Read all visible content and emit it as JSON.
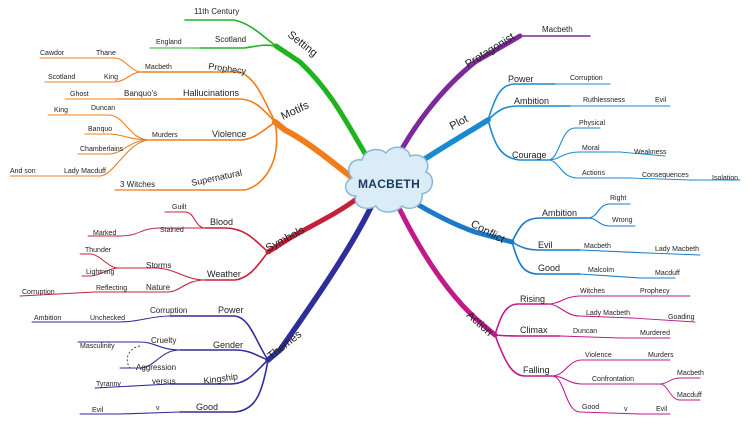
{
  "center": "MACBETH",
  "colors": {
    "setting": "#1fb31f",
    "motifs": "#f07d1a",
    "symbols": "#c71f3a",
    "themes": "#2e2e9a",
    "protagonist": "#7a2a9a",
    "plot": "#1a8ad0",
    "conflict": "#1a7ac8",
    "action": "#c01a8a",
    "cloud_fill": "#d9ecf7",
    "cloud_stroke": "#8ab8d8"
  },
  "setting": {
    "label": "Setting",
    "century": "11th Century",
    "scotland": "Scotland",
    "england": "England"
  },
  "motifs": {
    "label": "Motifs",
    "prophecy": "Prophecy",
    "macbeth": "Macbeth",
    "thane": "Thane",
    "cawdor": "Cawdor",
    "king": "King",
    "scotland": "Scotland",
    "hallucinations": "Hallucinations",
    "banquos": "Banquo's",
    "ghost": "Ghost",
    "violence": "Violence",
    "murders": "Murders",
    "m_king": "King",
    "duncan": "Duncan",
    "banquo": "Banquo",
    "chamberlains": "Chamberlains",
    "lady_macduff": "Lady Macduff",
    "and_son": "And son",
    "supernatural": "Supernatural",
    "witches": "3 Witches"
  },
  "symbols": {
    "label": "Symbols",
    "blood": "Blood",
    "guilt": "Guilt",
    "stained": "Stained",
    "marked": "Marked",
    "weather": "Weather",
    "storms": "Storms",
    "thunder": "Thunder",
    "lightning": "Lightning",
    "nature": "Nature",
    "reflecting": "Reflecting",
    "corruption": "Corruption"
  },
  "themes": {
    "label": "Themes",
    "power": "Power",
    "corruption": "Corruption",
    "unchecked": "Unchecked",
    "ambition": "Ambition",
    "gender": "Gender",
    "cruelty": "Cruelty",
    "masculinity": "Masculinity",
    "aggression": "Aggression",
    "kingship": "Kingship",
    "versus": "versus",
    "tyranny": "Tyranny",
    "good": "Good",
    "v": "v",
    "evil": "Evil"
  },
  "protagonist": {
    "label": "Protagonist",
    "macbeth": "Macbeth"
  },
  "plot": {
    "label": "Plot",
    "power": "Power",
    "corruption": "Corruption",
    "ambition": "Ambition",
    "ruthlessness": "Ruthlessness",
    "evil": "Evil",
    "courage": "Courage",
    "physical": "Physical",
    "moral": "Moral",
    "weakness": "Weakness",
    "actions": "Actions",
    "consequences": "Consequences",
    "isolation": "Isolation"
  },
  "conflict": {
    "label": "Conflict",
    "ambition": "Ambition",
    "right": "Right",
    "wrong": "Wrong",
    "evil": "Evil",
    "macbeth": "Macbeth",
    "lady_macbeth": "Lady Macbeth",
    "good": "Good",
    "malcolm": "Malcolm",
    "macduff": "Macduff"
  },
  "action": {
    "label": "Action",
    "rising": "Rising",
    "witches": "Witches",
    "prophecy": "Prophecy",
    "lady_macbeth": "Lady Macbeth",
    "goading": "Goading",
    "climax": "Climax",
    "duncan": "Duncan",
    "murdered": "Murdered",
    "falling": "Falling",
    "violence": "Violence",
    "murders": "Murders",
    "confrontation": "Confrontation",
    "macbeth": "Macbeth",
    "macduff": "Macduff",
    "good": "Good",
    "v": "v",
    "evil": "Evil"
  }
}
